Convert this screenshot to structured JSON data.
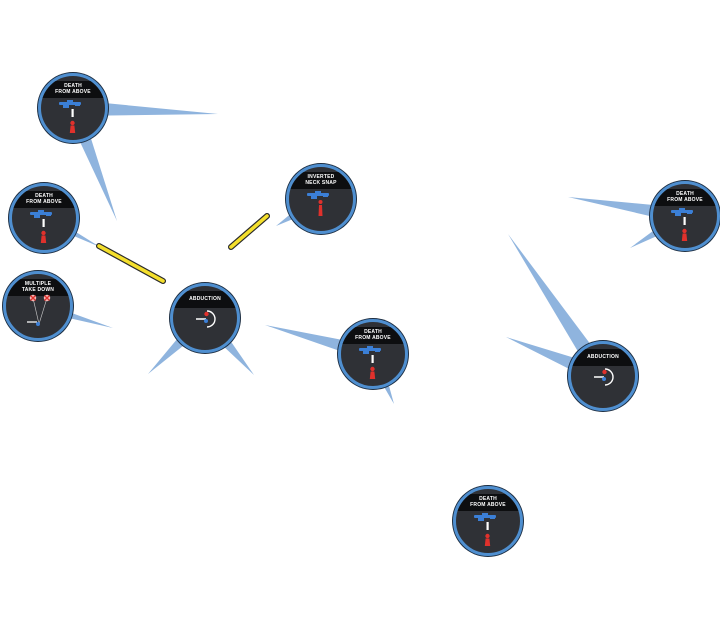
{
  "diagram": {
    "nodes": [
      {
        "id": "n1",
        "label_lines": [
          "DEATH",
          "FROM ABOVE"
        ],
        "icon": "death-from-above-icon"
      },
      {
        "id": "n2",
        "label_lines": [
          "DEATH",
          "FROM ABOVE"
        ],
        "icon": "death-from-above-icon"
      },
      {
        "id": "n3",
        "label_lines": [
          "MULTIPLE",
          "TAKE DOWN"
        ],
        "icon": "multiple-takedown-icon"
      },
      {
        "id": "n4",
        "label_lines": [
          "ABDUCTION"
        ],
        "icon": "abduction-icon"
      },
      {
        "id": "n5",
        "label_lines": [
          "INVERTED",
          "NECK SNAP"
        ],
        "icon": "neck-snap-icon"
      },
      {
        "id": "n6",
        "label_lines": [
          "DEATH",
          "FROM ABOVE"
        ],
        "icon": "death-from-above-icon"
      },
      {
        "id": "n7",
        "label_lines": [
          "DEATH",
          "FROM ABOVE"
        ],
        "icon": "death-from-above-icon"
      },
      {
        "id": "n8",
        "label_lines": [
          "ABDUCTION"
        ],
        "icon": "abduction-icon"
      },
      {
        "id": "n9",
        "label_lines": [
          "DEATH",
          "FROM ABOVE"
        ],
        "icon": "death-from-above-icon"
      }
    ],
    "colors": {
      "node_fill": "#2f3136",
      "node_border": "#4f8fd0",
      "label_band": "#0d0e10",
      "pointer": "#8fb4de",
      "link_fill": "#f4df2c",
      "link_outline": "#2a2a2a",
      "player_blue": "#3b7fd6",
      "enemy_red": "#e0312c"
    }
  }
}
